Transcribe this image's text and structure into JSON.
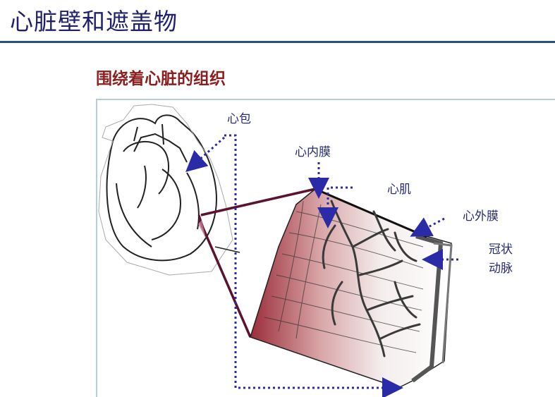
{
  "slide": {
    "title": "心脏壁和遮盖物",
    "subtitle": "围绕着心脏的组织"
  },
  "labels": {
    "pericardium": "心包",
    "endocardium": "心内膜",
    "myocardium": "心肌",
    "epicardium": "心外膜",
    "coronary_line1": "冠状",
    "coronary_line2": "动脉"
  },
  "colors": {
    "title": "#1f1f6e",
    "subtitle": "#8b1f1f",
    "label": "#2a2a7a",
    "pointer": "#2b2ba8",
    "callout": "#5a1330",
    "tissue_gradient_start": "#9b2d3a"
  }
}
